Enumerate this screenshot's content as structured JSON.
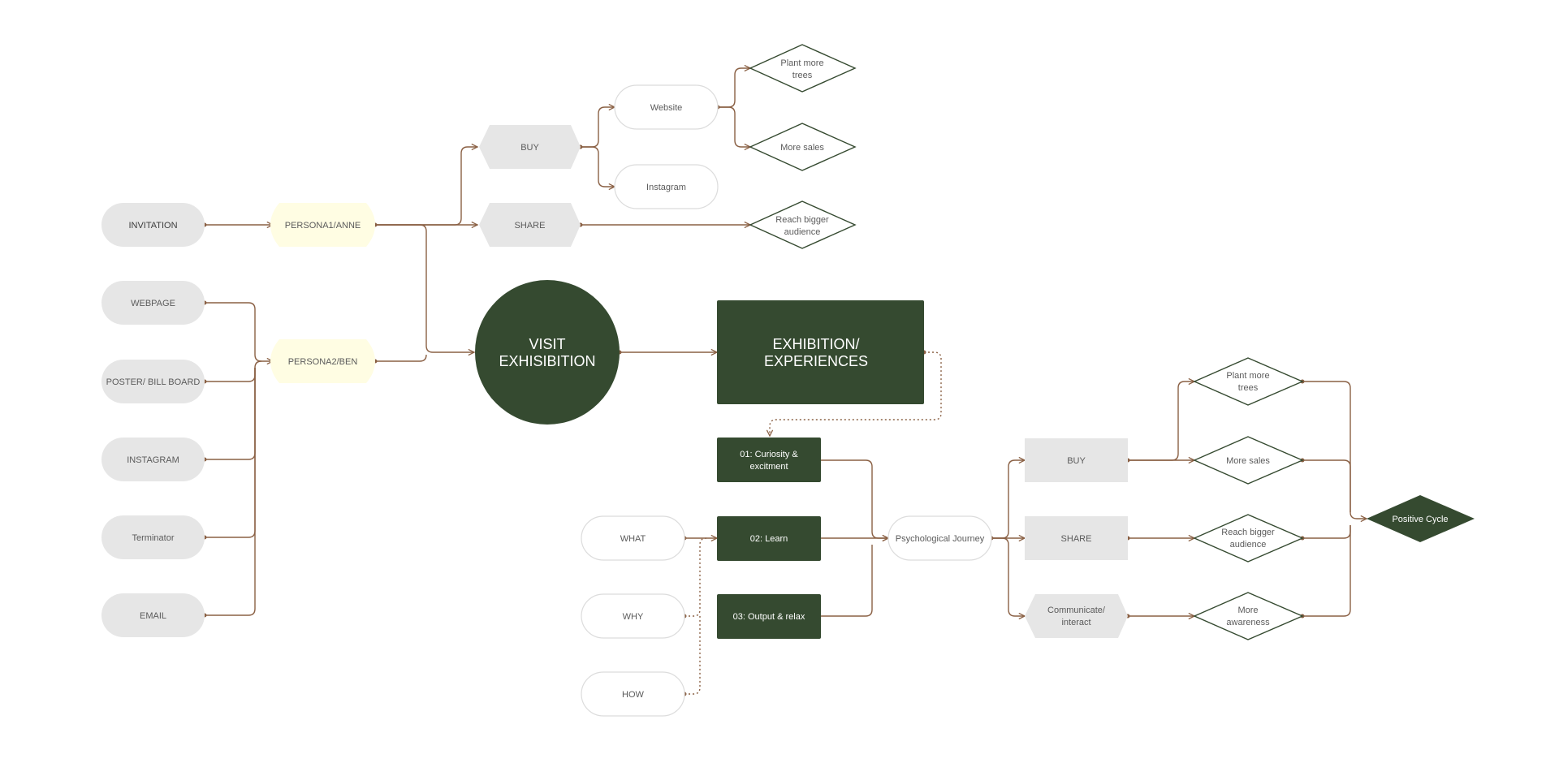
{
  "colors": {
    "connector": "#8a6044",
    "dark_green": "#354a30",
    "node_grey": "#e6e6e6",
    "node_yellow": "#fffde3",
    "outline_grey": "#dcdcdc"
  },
  "sources": {
    "invitation": "INVITATION",
    "webpage": "WEBPAGE",
    "poster": "POSTER/ BILL BOARD",
    "instagram": "INSTAGRAM",
    "terminator": "Terminator",
    "email": "EMAIL"
  },
  "personas": {
    "anne": "PERSONA1/ANNE",
    "ben": "PERSONA2/BEN"
  },
  "top": {
    "buy": "BUY",
    "share": "SHARE",
    "website": "Website",
    "instagram": "Instagram",
    "plant_trees": [
      "Plant more",
      "trees"
    ],
    "more_sales": "More sales",
    "reach_audience": [
      "Reach bigger",
      "audience"
    ]
  },
  "center": {
    "visit": [
      "VISIT",
      "EXHISIBITION"
    ],
    "exhibition": [
      "EXHIBITION/",
      "EXPERIENCES"
    ]
  },
  "steps": {
    "curiosity": [
      "01: Curiosity &",
      "excitment"
    ],
    "learn": "02: Learn",
    "output": "03: Output & relax"
  },
  "questions": {
    "what": "WHAT",
    "why": "WHY",
    "how": "HOW"
  },
  "journey": "Psychological Journey",
  "bottom": {
    "buy": "BUY",
    "share": "SHARE",
    "communicate": [
      "Communicate/",
      "interact"
    ],
    "plant_trees": [
      "Plant more",
      "trees"
    ],
    "more_sales": "More sales",
    "reach_audience": [
      "Reach bigger",
      "audience"
    ],
    "more_awareness": [
      "More",
      "awareness"
    ]
  },
  "positive_cycle": "Positive Cycle"
}
